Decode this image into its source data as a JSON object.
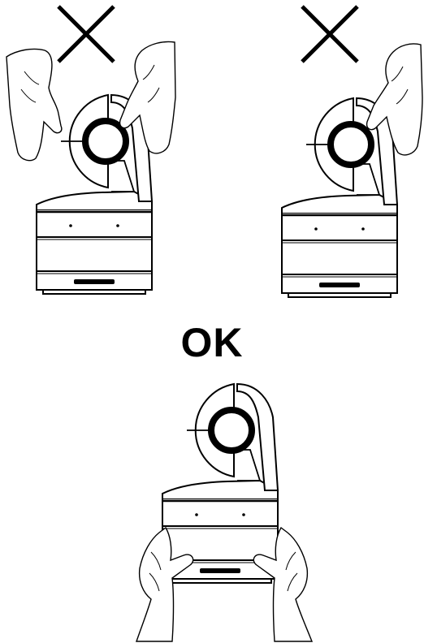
{
  "ok_label": "OK",
  "panels": [
    {
      "name": "wrong-handling-two-hands-on-head",
      "status": "incorrect",
      "mark_icon": "cross-mark-icon"
    },
    {
      "name": "wrong-handling-one-hand-on-head",
      "status": "incorrect",
      "mark_icon": "cross-mark-icon"
    },
    {
      "name": "correct-handling-hands-under-base",
      "status": "correct",
      "mark_icon": "ok-label"
    }
  ],
  "colors": {
    "line": "#000000",
    "fill": "#ffffff"
  }
}
